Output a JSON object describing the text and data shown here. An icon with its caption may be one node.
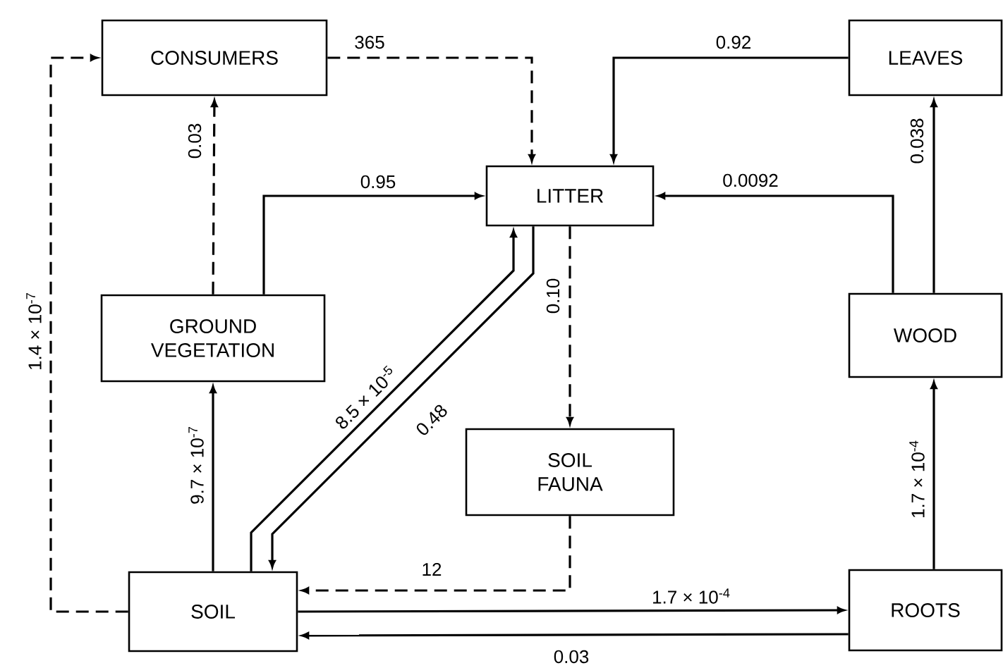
{
  "diagram": {
    "nodes": [
      {
        "text": [
          "CONSUMERS"
        ]
      },
      {
        "text": [
          "LITTER"
        ]
      },
      {
        "text": [
          "LEAVES"
        ]
      },
      {
        "text": [
          "GROUND VEGETATION"
        ]
      },
      {
        "text": [
          "WOOD"
        ]
      },
      {
        "text": [
          "SOIL FAUNA"
        ]
      },
      {
        "text": [
          "SOIL"
        ]
      },
      {
        "text": [
          "ROOTS"
        ]
      }
    ],
    "edges": [
      {
        "from": 6,
        "to": 0,
        "arrow": "to",
        "style": "dashed",
        "label": "1.4 × 10$^{-7}$"
      },
      {
        "from": 3,
        "to": 0,
        "arrow": "to",
        "style": "dashed",
        "label": "0.03"
      },
      {
        "from": 0,
        "to": 1,
        "arrow": "to",
        "style": "dashed",
        "label": "365"
      },
      {
        "from": 3,
        "to": 1,
        "arrow": "to",
        "label": "0.95"
      },
      {
        "from": 2,
        "to": 1,
        "arrow": "to",
        "label": "0.92"
      },
      {
        "from": 4,
        "to": 1,
        "arrow": "to",
        "label": "0.0092"
      },
      {
        "from": 4,
        "to": 2,
        "arrow": "to",
        "label": "0.038"
      },
      {
        "from": 1,
        "to": 5,
        "arrow": "to",
        "style": "dashed",
        "label": "0.10"
      },
      {
        "from": 5,
        "to": 6,
        "arrow": "to",
        "style": "dashed",
        "label": "12"
      },
      {
        "from": 6,
        "to": 3,
        "arrow": "to",
        "label": "9.7 × 10$^{-7}$"
      },
      {
        "from": 6,
        "to": 1,
        "arrow": "to",
        "label": "8.5 × 10$^{-5}$"
      },
      {
        "from": 1,
        "to": 6,
        "arrow": "to",
        "label": "0.48"
      },
      {
        "from": 6,
        "to": 7,
        "arrow": "to",
        "label": "1.7 × 10$^{-4}$"
      },
      {
        "from": 7,
        "to": 6,
        "arrow": "to",
        "label": "0.03"
      },
      {
        "from": 7,
        "to": 4,
        "arrow": "to",
        "label": "1.7 × 10$^{-4}$"
      }
    ]
  }
}
